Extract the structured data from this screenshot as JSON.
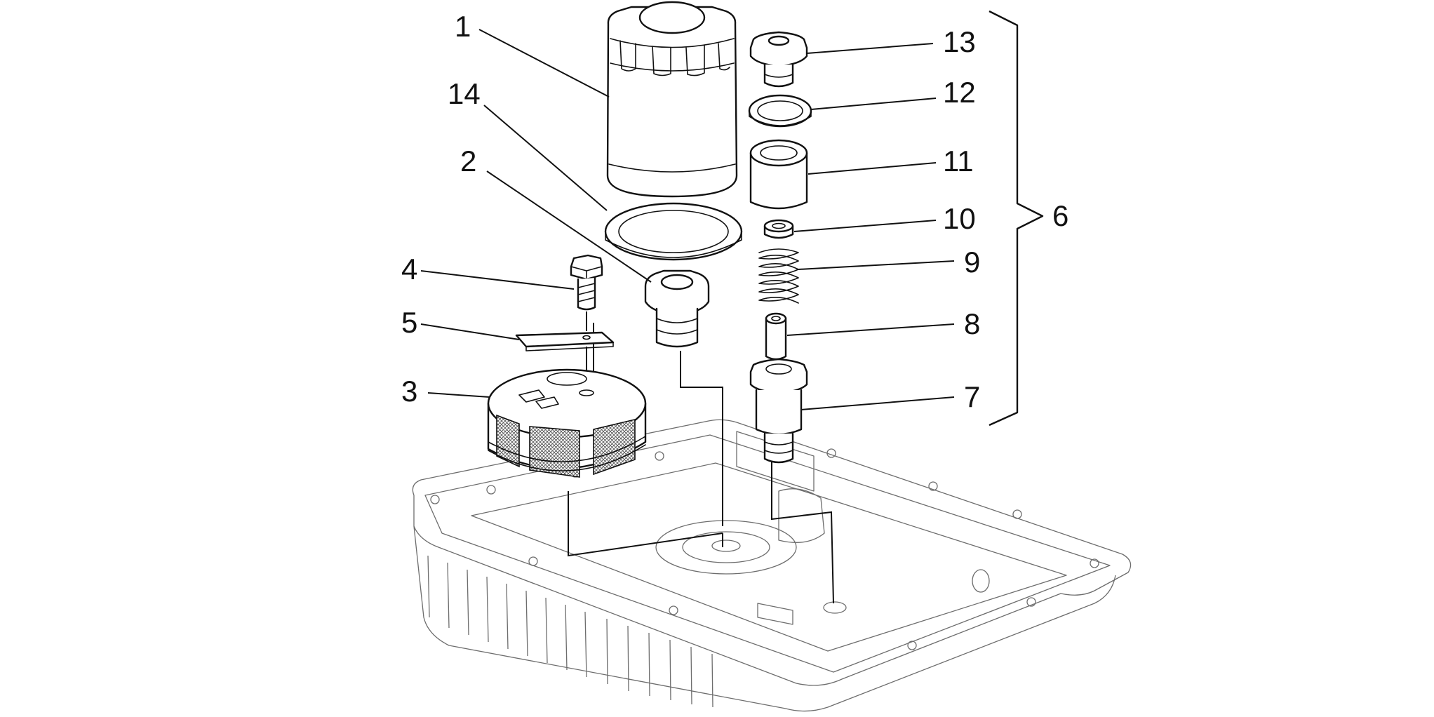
{
  "diagram": {
    "type": "exploded-parts-view",
    "callouts": [
      {
        "id": "c1",
        "label": "1"
      },
      {
        "id": "c14",
        "label": "14"
      },
      {
        "id": "c2",
        "label": "2"
      },
      {
        "id": "c4",
        "label": "4"
      },
      {
        "id": "c5",
        "label": "5"
      },
      {
        "id": "c3",
        "label": "3"
      },
      {
        "id": "c13",
        "label": "13"
      },
      {
        "id": "c12",
        "label": "12"
      },
      {
        "id": "c11",
        "label": "11"
      },
      {
        "id": "c10",
        "label": "10"
      },
      {
        "id": "c9",
        "label": "9"
      },
      {
        "id": "c8",
        "label": "8"
      },
      {
        "id": "c7",
        "label": "7"
      },
      {
        "id": "c6",
        "label": "6"
      }
    ],
    "colors": {
      "line": "#111111",
      "faint": "#6d6d6d",
      "background": "#ffffff"
    }
  }
}
